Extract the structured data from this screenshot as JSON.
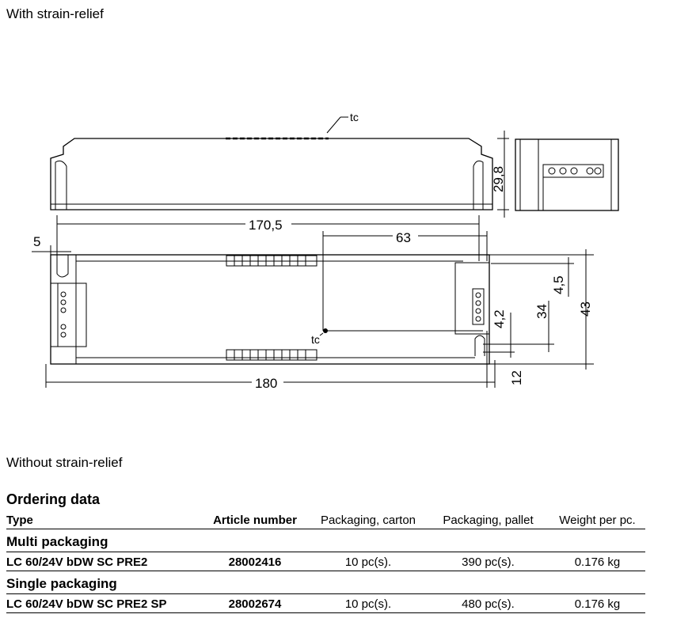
{
  "headings": {
    "with_strain_relief": "With strain-relief",
    "without_strain_relief": "Without strain-relief"
  },
  "drawing": {
    "tc_top": "tc",
    "tc_bottom": "tc",
    "dim_length_inner": "170,5",
    "dim_length_total": "180",
    "dim_height": "29,8",
    "dim_tc_offset": "63",
    "dim_edge": "5",
    "dim_width": "43",
    "dim_hole_spacing": "34",
    "dim_small_a": "4,5",
    "dim_small_b": "4,2",
    "dim_bottom": "12"
  },
  "ordering": {
    "title": "Ordering data",
    "columns": [
      "Type",
      "Article number",
      "Packaging, carton",
      "Packaging, pallet",
      "Weight per pc."
    ],
    "groups": [
      {
        "label": "Multi packaging",
        "row": {
          "type": "LC 60/24V bDW SC PRE2",
          "article": "28002416",
          "carton": "10 pc(s).",
          "pallet": "390 pc(s).",
          "weight": "0.176 kg"
        }
      },
      {
        "label": "Single packaging",
        "row": {
          "type": "LC 60/24V bDW SC PRE2 SP",
          "article": "28002674",
          "carton": "10 pc(s).",
          "pallet": "480 pc(s).",
          "weight": "0.176 kg"
        }
      }
    ]
  }
}
